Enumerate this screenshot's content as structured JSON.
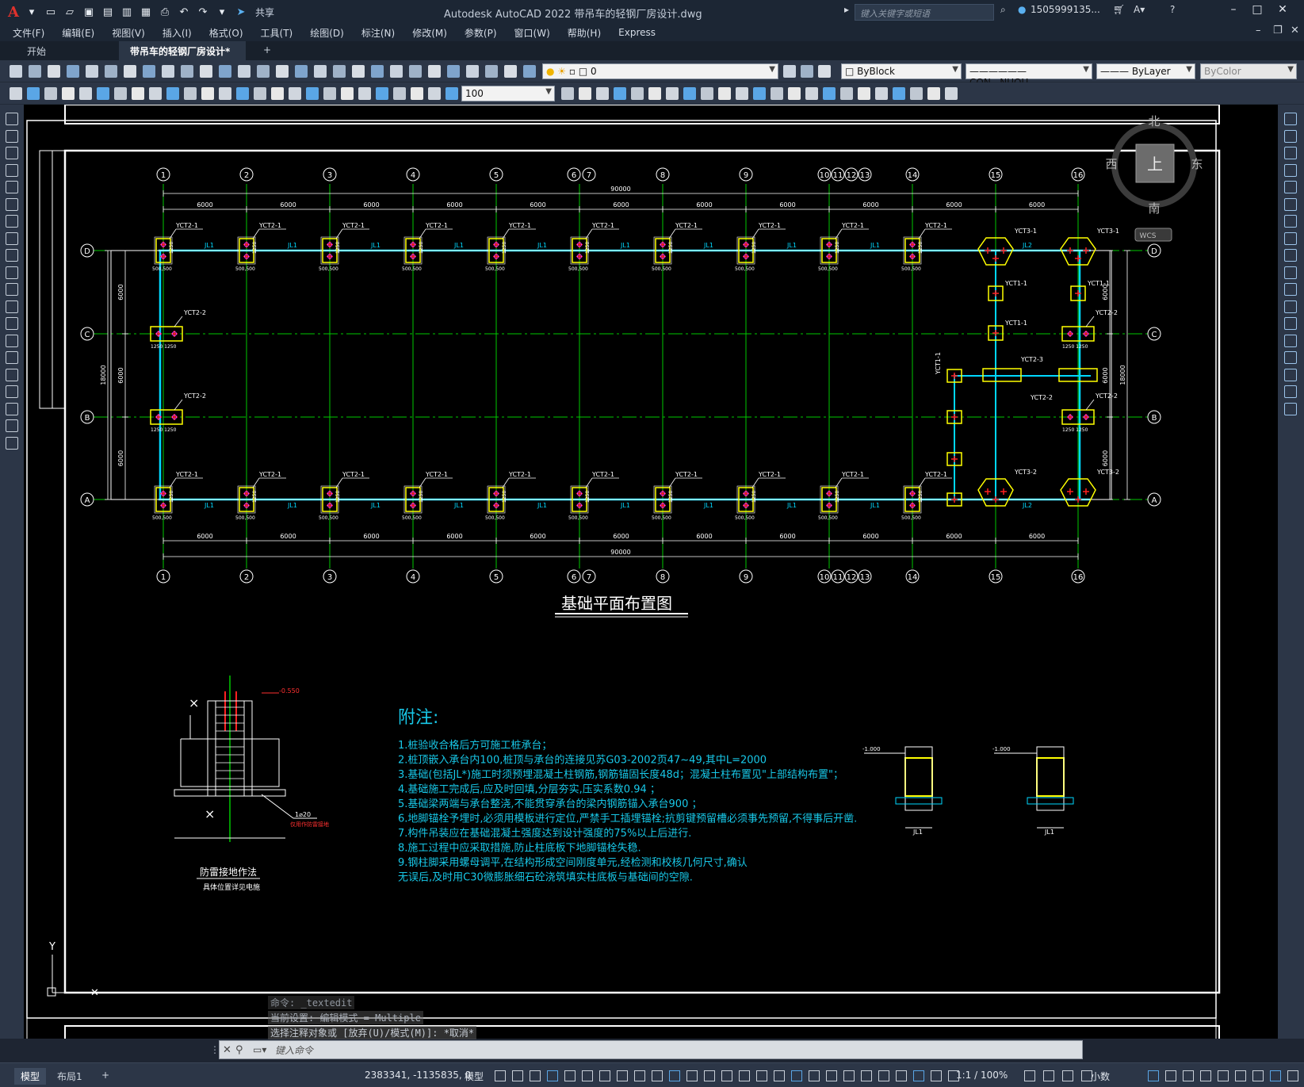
{
  "titlebar": {
    "app_title": "Autodesk AutoCAD 2022   带吊车的轻钢厂房设计.dwg",
    "share": "共享",
    "search_placeholder": "键入关键字或短语",
    "user": "1505999135...",
    "help": "?"
  },
  "menu": [
    "文件(F)",
    "编辑(E)",
    "视图(V)",
    "插入(I)",
    "格式(O)",
    "工具(T)",
    "绘图(D)",
    "标注(N)",
    "修改(M)",
    "参数(P)",
    "窗口(W)",
    "帮助(H)",
    "Express"
  ],
  "tabs": {
    "start": "开始",
    "doc": "带吊车的轻钢厂房设计*",
    "add": "+"
  },
  "properties": {
    "layer": "0",
    "color": "ByBlock",
    "linetype": "CON...NUOU",
    "lineweight": "ByLayer",
    "plotstyle": "ByColor",
    "scale": "100"
  },
  "viewcube": {
    "north": "北",
    "south": "南",
    "east": "东",
    "west": "西",
    "top": "上",
    "wcs": "WCS"
  },
  "drawing": {
    "plan_title": "基础平面布置图",
    "grid_top": [
      "1",
      "2",
      "3",
      "4",
      "5",
      "6",
      "7",
      "8",
      "9",
      "10",
      "11",
      "12",
      "13",
      "14",
      "15",
      "16"
    ],
    "grid_rows": [
      "D",
      "C",
      "B",
      "A"
    ],
    "span_dims": [
      "6000",
      "6000",
      "6000",
      "6000",
      "6000",
      "6000",
      "6000",
      "6000",
      "6000",
      "6000",
      "6000",
      "6000",
      "6000",
      "6000",
      "6000"
    ],
    "total_dim": "90000",
    "row_dims": [
      "6000",
      "6000",
      "6000"
    ],
    "total_row_dim": "18000",
    "cap_label_1": "YCT2-1",
    "cap_label_2": "YCT2-2",
    "cap_label_3": "YCT3-1",
    "cap_label_4": "YCT3-2",
    "cap_label_5": "YCT1-1",
    "cap_label_6": "YCT2-3",
    "beam_1": "JL1",
    "beam_2": "JL2",
    "cap_size": "500,500",
    "cap_dim": "1250",
    "notes_title": "附注:",
    "notes": [
      "1.桩验收合格后方可施工桩承台；",
      "2.桩顶嵌入承台内100,桩顶与承台的连接见苏G03-2002页47~49,其中L=2000",
      "3.基础(包括JL*)施工时须预埋混凝土柱钢筋,钢筋锚固长度48d；混凝土柱布置见\"上部结构布置\"；",
      "4.基础施工完成后,应及时回填,分层夯实,压实系数0.94 ；",
      "5.基础梁两端与承台整浇,不能贯穿承台的梁内钢筋锚入承台900 ；",
      "6.地脚锚栓予埋时,必须用模板进行定位,严禁手工插埋锚栓;抗剪键预留槽必须事先预留,不得事后开凿.",
      "7.构件吊装应在基础混凝土强度达到设计强度的75%以上后进行.",
      "8.施工过程中应采取措施,防止柱底板下地脚锚栓失稳.",
      "9.钢柱脚采用螺母调平,在结构形成空间刚度单元,经检测和校核几何尺寸,确认",
      "   无误后,及时用C30微膨胀细石砼浇筑填实柱底板与基础间的空隙."
    ],
    "detail_title": "防雷接地作法",
    "detail_sub": "具体位置详见电施",
    "detail_label": "1⌀20",
    "detail_note": "仅用作防雷接地",
    "level": "-0.550",
    "section_label": "JL1",
    "section_label_2": "JL1",
    "section_level": "-1.000",
    "ucs_y": "Y"
  },
  "command": {
    "history": [
      "命令: _textedit",
      "当前设置: 编辑模式 = Multiple",
      "选择注释对象或 [放弃(U)/模式(M)]: *取消*"
    ],
    "placeholder": "键入命令"
  },
  "status": {
    "layout_tabs": [
      "模型",
      "布局1"
    ],
    "coords": "2383341, -1135835, 0",
    "model": "模型",
    "scale": "1:1 / 100%",
    "units": "小数"
  }
}
